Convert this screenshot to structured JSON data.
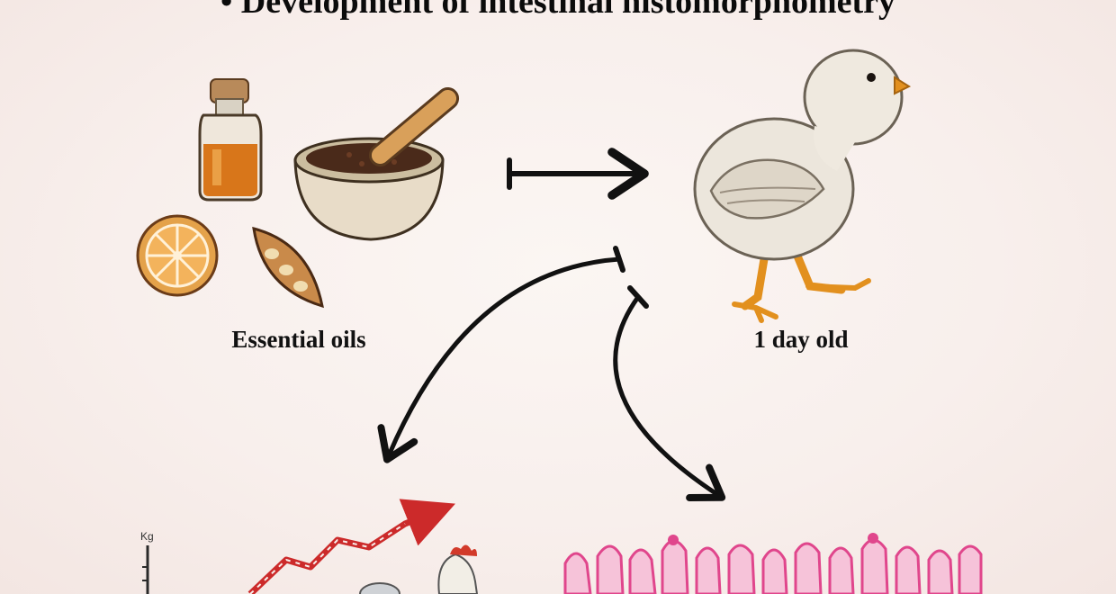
{
  "header": {
    "title": "• Development of intestinal histomorphometry"
  },
  "labels": {
    "essential_oils": "Essential oils",
    "chick_age": "1 day old"
  },
  "growth_chart": {
    "axis_unit": "Kg"
  },
  "colors": {
    "arrow": "#111111",
    "growth_line": "#cc2a2a",
    "villi": "#e0468c",
    "chick": "#ece6dc",
    "beak_legs": "#e2901e",
    "oil": "#d8761a"
  }
}
